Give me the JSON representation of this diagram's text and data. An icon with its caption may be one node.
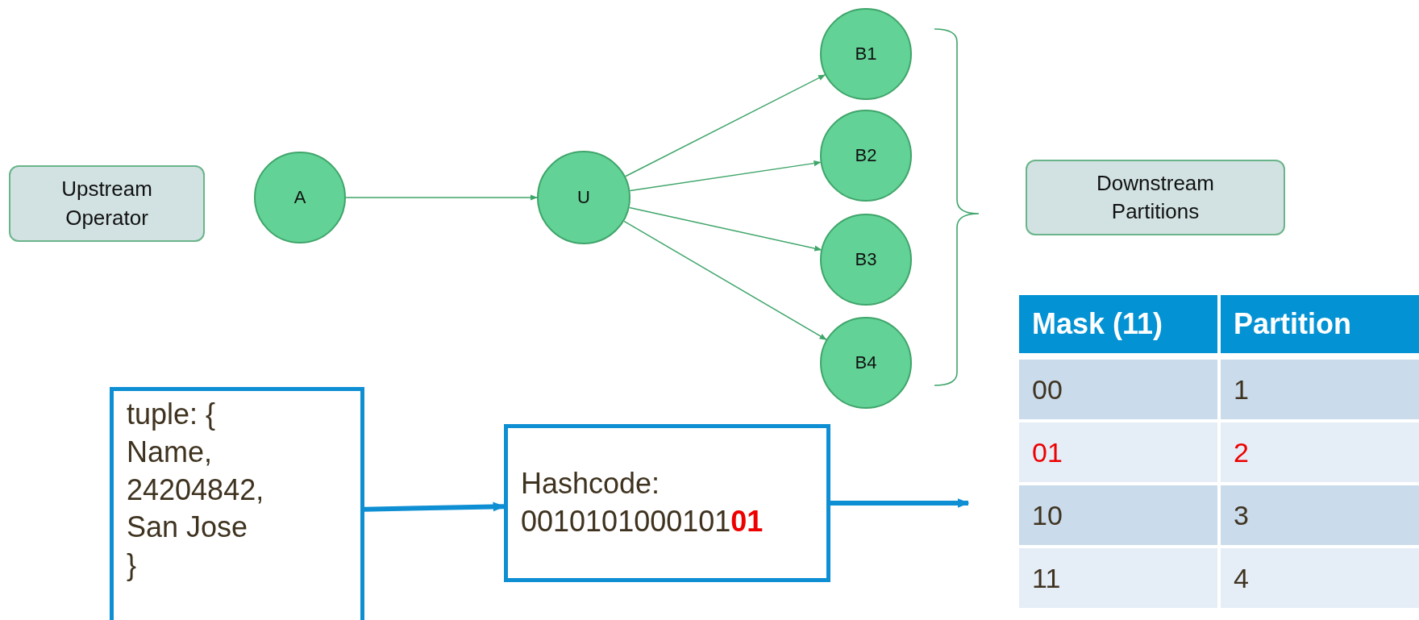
{
  "diagram": {
    "nodes": [
      {
        "text": [
          "Upstream Operator"
        ]
      },
      {
        "text": [
          "A"
        ]
      },
      {
        "text": [
          "U"
        ]
      },
      {
        "text": [
          "B1"
        ]
      },
      {
        "text": [
          "B2"
        ]
      },
      {
        "text": [
          "B3"
        ]
      },
      {
        "text": [
          "B4"
        ]
      },
      {
        "text": [
          "Downstream Partitions"
        ]
      },
      {
        "text": [
          "tuple: { Name, 24204842, San Jose }"
        ]
      },
      {
        "text": [
          "Hashcode: 0010101000101**01**"
        ]
      }
    ],
    "edges": [
      {
        "from": 1,
        "to": 2,
        "arrow": "to"
      },
      {
        "from": 2,
        "to": 3,
        "arrow": "to"
      },
      {
        "from": 2,
        "to": 4,
        "arrow": "to"
      },
      {
        "from": 2,
        "to": 5,
        "arrow": "to"
      },
      {
        "from": 2,
        "to": 6,
        "arrow": "to"
      },
      {
        "from": 8,
        "to": 9,
        "arrow": "to",
        "style": "thick",
        "color": "#0f8fd3"
      },
      {
        "from": 9,
        "to": null,
        "arrow": "to",
        "style": "thick",
        "color": "#0f8fd3"
      }
    ],
    "labels": [
      "Mask (11)",
      "Partition",
      "00",
      "1",
      "01",
      "2",
      "10",
      "3",
      "11",
      "4"
    ]
  }
}
